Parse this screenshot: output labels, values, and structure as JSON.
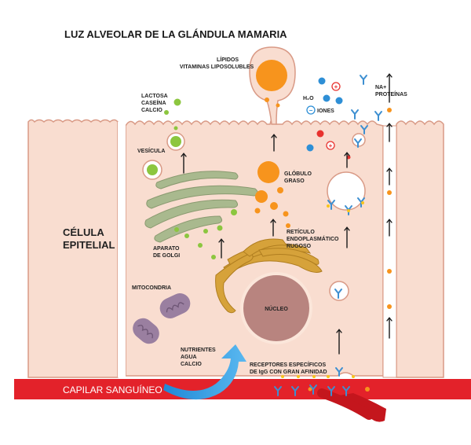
{
  "title": "LUZ ALVEOLAR DE LA GLÁNDULA MAMARIA",
  "labels": {
    "lipidos_1": "LÍPIDOS",
    "lipidos_2": "VITAMINAS LIPOSOLUBLES",
    "lactosa": "LACTOSA",
    "caseina": "CASEÍNA",
    "calcio": "CALCIO",
    "h2o": "H₂O",
    "iones": "IONES",
    "na": "NA+",
    "proteinas": "PROTEÍNAS",
    "vesicula": "VESÍCULA",
    "globulo_1": "GLÓBULO",
    "globulo_2": "GRASO",
    "celula_1": "CÉLULA",
    "celula_2": "EPITELIAL",
    "aparato_1": "APARATO",
    "aparato_2": "DE GOLGI",
    "reticulo_1": "RETÍCULO",
    "reticulo_2": "ENDOPLASMÁTICO",
    "reticulo_3": "RUGOSO",
    "mitocondria": "MITOCONDRIA",
    "nucleo": "NÚCLEO",
    "nutrientes_1": "NUTRIENTES",
    "nutrientes_2": "AGUA",
    "nutrientes_3": "CALCIO",
    "receptores_1": "RECEPTORES ESPECÍFICOS",
    "receptores_2": "DE IgG CON GRAN AFINIDAD",
    "capilar": "CAPILAR SANGUÍNEO"
  },
  "colors": {
    "cell_fill": "#f9ddd0",
    "cell_stroke": "#d99a86",
    "lipid": "#f7941d",
    "lumen_green": "#8cc63f",
    "golgi": "#a9b98e",
    "er": "#d6a23a",
    "nucleus": "#b8847f",
    "mitochondria": "#9a7fa0",
    "capillary": "#e3222a",
    "antibody": "#3d8fd1",
    "nutrient_arrow": "#2b9be0",
    "ion_red": "#e8322e",
    "ion_blue": "#2e8fd6"
  }
}
